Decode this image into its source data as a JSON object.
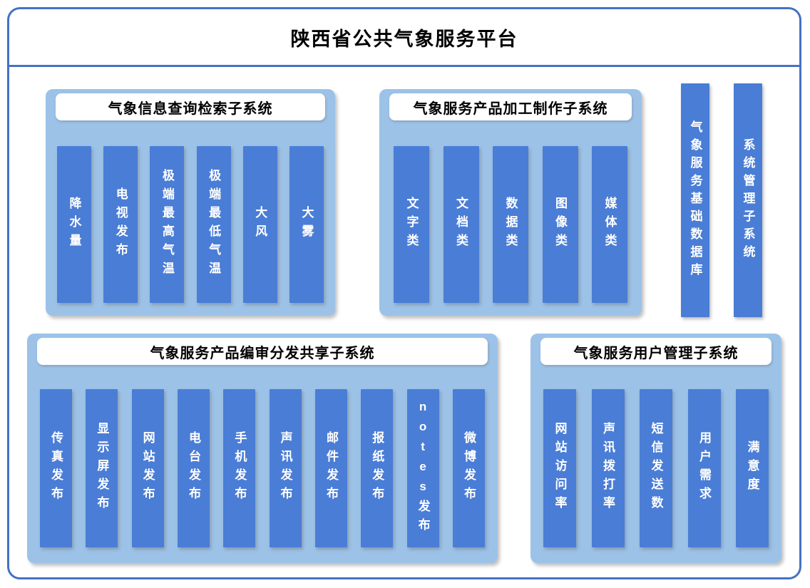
{
  "title": "陕西省公共气象服务平台",
  "groups": [
    {
      "title": "气象信息查询检索子系统",
      "items": [
        "降水量",
        "电视发布",
        "极端最高气温",
        "极端最低气温",
        "大风",
        "大雾"
      ]
    },
    {
      "title": "气象服务产品加工制作子系统",
      "items": [
        "文字类",
        "文档类",
        "数据类",
        "图像类",
        "媒体类"
      ]
    },
    {
      "title": "气象服务产品编审分发共享子系统",
      "items": [
        "传真发布",
        "显示屏发布",
        "网站发布",
        "电台发布",
        "手机发布",
        "声讯发布",
        "邮件发布",
        "报纸发布",
        "notes发布",
        "微博发布"
      ]
    },
    {
      "title": "气象服务用户管理子系统",
      "items": [
        "网站访问率",
        "声讯拨打率",
        "短信发送数",
        "用户需求",
        "满意度"
      ]
    }
  ],
  "standalone": [
    "气象服务基础数据库",
    "系统管理子系统"
  ],
  "colors": {
    "frame_border": "#4472c4",
    "container_bg": "#9cc2e8",
    "bar_bg": "#4a7dd6",
    "title_bg": "#ffffff",
    "bar_text": "#ffffff",
    "title_text": "#000000"
  }
}
